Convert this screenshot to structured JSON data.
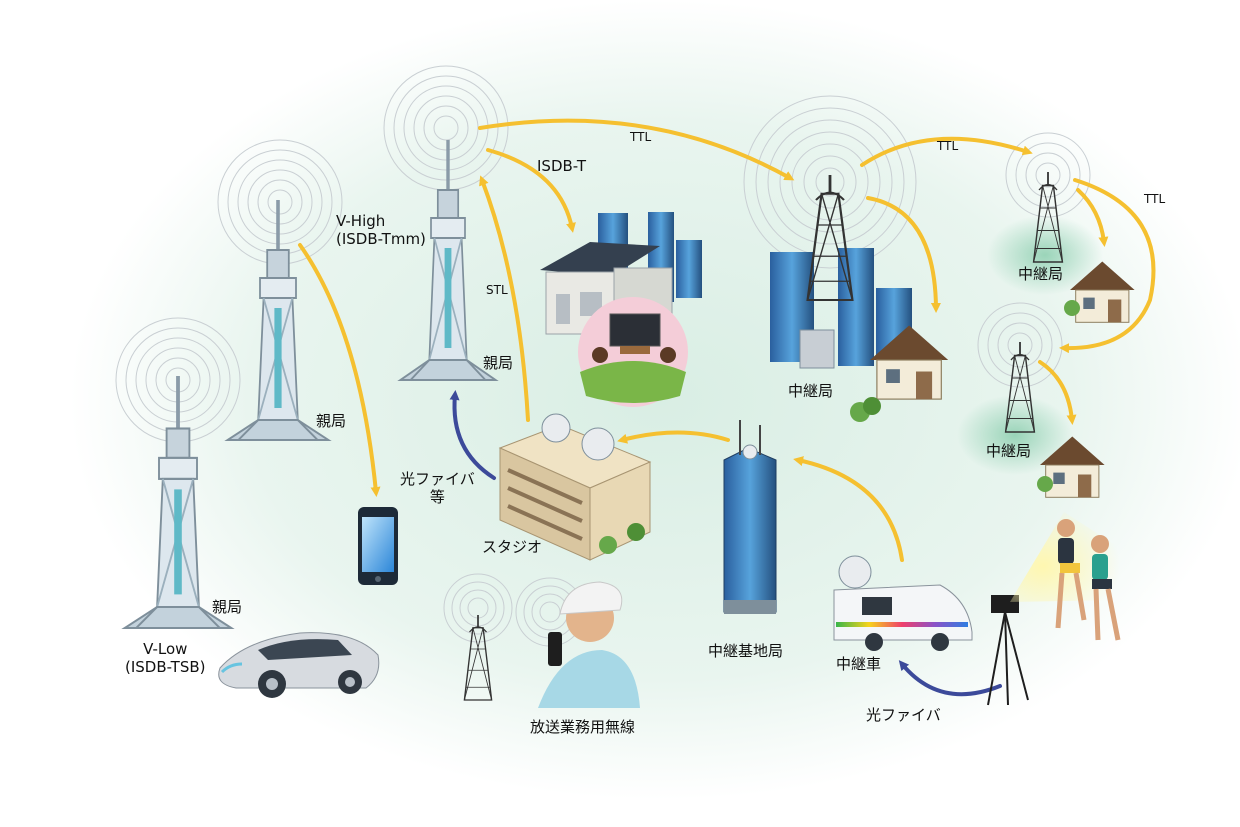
{
  "labels": {
    "vhigh": "V-High",
    "vhigh_sub": "(ISDB-Tmm)",
    "isdbt": "ISDB-T",
    "ttl_top": "TTL",
    "ttl_mid": "TTL",
    "ttl_right": "TTL",
    "stl": "STL",
    "parent_left": "親局",
    "parent_mid": "親局",
    "parent_center": "親局",
    "vlow": "V-Low",
    "vlow_sub": "(ISDB-TSB)",
    "fiber_line1": "光ファイバ",
    "fiber_line2": "等",
    "studio": "スタジオ",
    "relay_center": "中継局",
    "relay_right_top": "中継局",
    "relay_right_bottom": "中継局",
    "relay_base": "中継基地局",
    "relay_car": "中継車",
    "fiber_bottom": "光ファイバ",
    "wireless": "放送業務用無線"
  },
  "colors": {
    "wireless_arrow": "#f5c030",
    "fiber_arrow": "#3c4a9a",
    "background_glow": "#e2f1ea"
  }
}
